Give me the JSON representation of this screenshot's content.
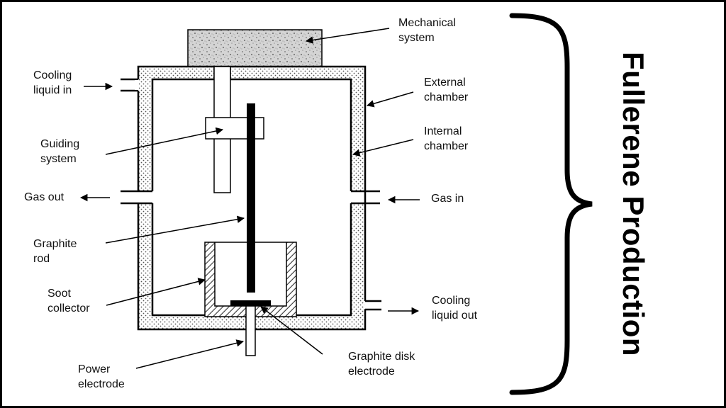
{
  "title": "Fullerene Production",
  "labels": {
    "mechanical_system": "Mechanical\nsystem",
    "cooling_in": "Cooling\nliquid in",
    "external_chamber": "External\nchamber",
    "guiding_system": "Guiding\nsystem",
    "internal_chamber": "Internal\nchamber",
    "gas_out": "Gas out",
    "gas_in": "Gas in",
    "graphite_rod": "Graphite\nrod",
    "soot_collector": "Soot\ncollector",
    "cooling_out": "Cooling\nliquid out",
    "graphite_disk": "Graphite disk\nelectrode",
    "power_electrode": "Power\nelectrode"
  },
  "colors": {
    "line": "#000000",
    "hatch": "#333333",
    "dots": "#555555"
  }
}
